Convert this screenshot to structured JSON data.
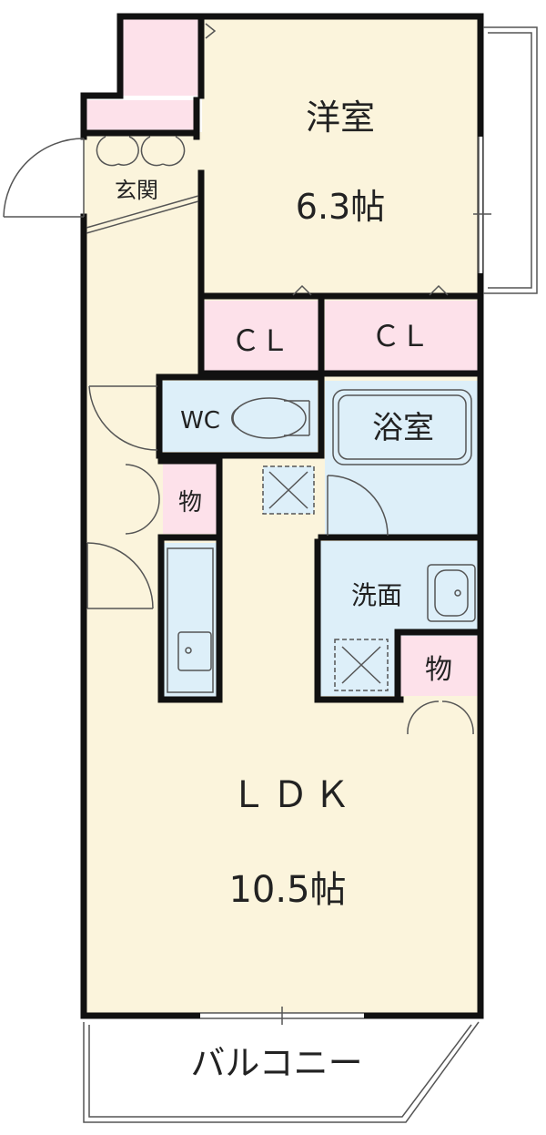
{
  "rooms": {
    "western": {
      "name": "洋室",
      "size": "6.3帖"
    },
    "ldk": {
      "name": "ＬＤＫ",
      "size": "10.5帖"
    },
    "closet_left": {
      "name": "ＣＬ"
    },
    "closet_right": {
      "name": "ＣＬ"
    },
    "wc": {
      "name": "WC"
    },
    "bath": {
      "name": "浴室"
    },
    "washroom": {
      "name": "洗面"
    },
    "storage_left": {
      "name": "物"
    },
    "storage_right": {
      "name": "物"
    },
    "entrance": {
      "name": "玄関"
    },
    "balcony": {
      "name": "バルコニー"
    }
  },
  "colors": {
    "floor": "#fbf4dc",
    "closet": "#fde1ea",
    "wet": "#ddeff9",
    "wall": "#111111",
    "thin": "#555555",
    "white": "#ffffff"
  }
}
